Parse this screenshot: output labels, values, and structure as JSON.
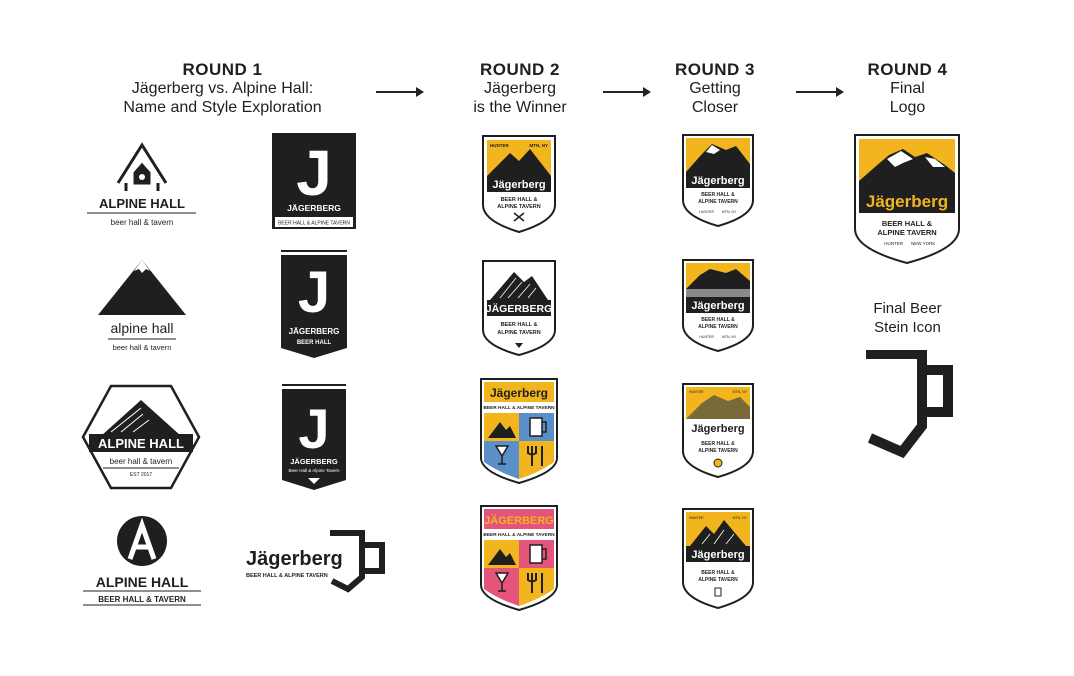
{
  "headers": {
    "r1": {
      "title": "ROUND 1",
      "line1": "Jägerberg vs. Alpine Hall:",
      "line2": "Name and Style Exploration"
    },
    "r2": {
      "title": "ROUND 2",
      "line1": "Jägerberg",
      "line2": "is the Winner"
    },
    "r3": {
      "title": "ROUND 3",
      "line1": "Getting",
      "line2": "Closer"
    },
    "r4": {
      "title": "ROUND 4",
      "line1": "Final",
      "line2": "Logo"
    }
  },
  "alpine": {
    "a1": {
      "name": "ALPINE HALL",
      "sub": "beer hall & tavern"
    },
    "a2": {
      "name": "alpine hall",
      "sub": "beer hall & tavern"
    },
    "a3": {
      "name": "ALPINE HALL",
      "sub": "beer hall & tavern",
      "est": "EST 2017"
    },
    "a4": {
      "name": "ALPINE HALL",
      "sub": "BEER HALL & TAVERN"
    }
  },
  "jager_r1": {
    "j1": {
      "name": "JÄGERBERG",
      "sub": "BEER HALL & ALPINE TAVERN"
    },
    "j2": {
      "name": "JÄGERBERG",
      "sub": "BEER HALL"
    },
    "j3": {
      "name": "JÄGERBERG",
      "sub": "Beer Hall & Alpine Tavern"
    },
    "j4": {
      "name": "Jägerberg",
      "sub": "BEER HALL & ALPINE TAVERN"
    }
  },
  "r2": {
    "b1": {
      "loc_left": "HUNTER",
      "loc_right": "MTN, NY",
      "name": "Jägerberg",
      "sub1": "BEER HALL &",
      "sub2": "ALPINE TAVERN"
    },
    "b2": {
      "name": "JÄGERBERG",
      "sub1": "BEER HALL &",
      "sub2": "ALPINE TAVERN"
    },
    "b3": {
      "name": "Jägerberg",
      "sub": "BEER HALL & ALPINE TAVERN"
    },
    "b4": {
      "name": "JÄGERBERG",
      "sub": "BEER HALL & ALPINE TAVERN"
    }
  },
  "r3": {
    "b1": {
      "name": "Jägerberg",
      "sub1": "BEER HALL &",
      "sub2": "ALPINE TAVERN",
      "loc_left": "HUNTER",
      "loc_right": "MTN, NY"
    },
    "b2": {
      "name": "Jägerberg",
      "sub1": "BEER HALL &",
      "sub2": "ALPINE TAVERN",
      "loc_left": "HUNTER",
      "loc_right": "MTN, NY"
    },
    "b3": {
      "loc_left": "HUNTER",
      "loc_right": "MTN, NY",
      "name": "Jägerberg",
      "sub1": "BEER HALL &",
      "sub2": "ALPINE TAVERN"
    },
    "b4": {
      "loc_left": "HUNTER",
      "loc_right": "MTN, NY",
      "name": "Jägerberg",
      "sub1": "BEER HALL &",
      "sub2": "ALPINE TAVERN"
    }
  },
  "final": {
    "name": "Jägerberg",
    "sub1": "BEER HALL &",
    "sub2": "ALPINE TAVERN",
    "loc_left": "HUNTER",
    "loc_right": "NEW YORK"
  },
  "stein": {
    "line1": "Final Beer",
    "line2": "Stein Icon"
  },
  "colors": {
    "gold": "#f2b51d",
    "ink": "#1f1f1f",
    "blue": "#5b8fc9",
    "pink": "#e5547a"
  }
}
